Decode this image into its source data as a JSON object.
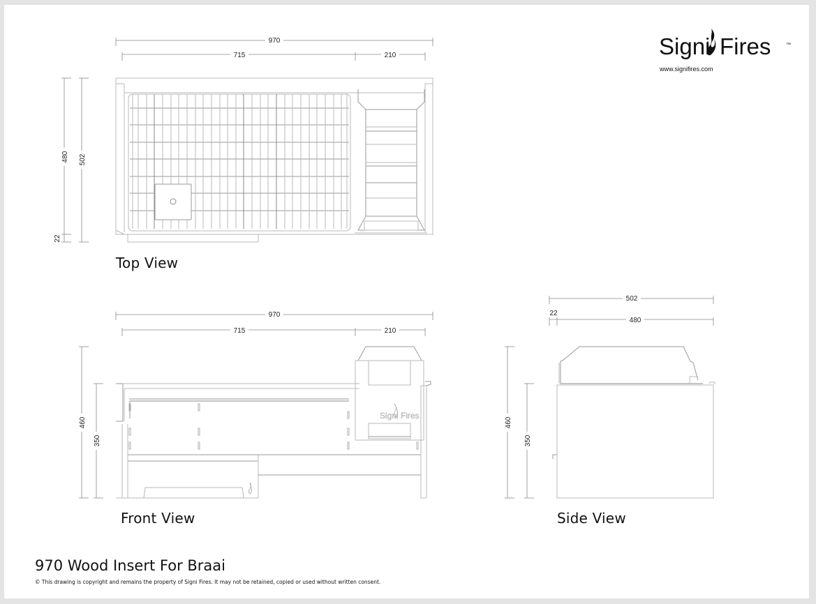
{
  "brand": {
    "name_part1": "Signi",
    "name_part2": "Fires",
    "trademark": "™",
    "url": "www.signifires.com",
    "embossed_logo_text": "Signi Fires"
  },
  "drawing": {
    "title": "970 Wood Insert For Braai",
    "copyright": "© This drawing is copyright and remains the property of Signi Fires. It may not be retained, copied or used without written consent.",
    "units": "mm",
    "line_color": "#a8a8a8",
    "frame_color": "#e4e4e4"
  },
  "views": {
    "top": {
      "label": "Top View",
      "dimensions": {
        "overall_width": "970",
        "grill_width": "715",
        "firebox_width": "210",
        "depth_inner": "480",
        "depth_overall": "502",
        "lip": "22"
      }
    },
    "front": {
      "label": "Front View",
      "dimensions": {
        "overall_width": "970",
        "grill_width": "715",
        "firebox_width": "210",
        "overall_height": "460",
        "body_height": "350"
      }
    },
    "side": {
      "label": "Side View",
      "dimensions": {
        "overall_depth": "502",
        "lip": "22",
        "body_depth": "480",
        "overall_height": "460",
        "body_height": "350"
      }
    }
  }
}
